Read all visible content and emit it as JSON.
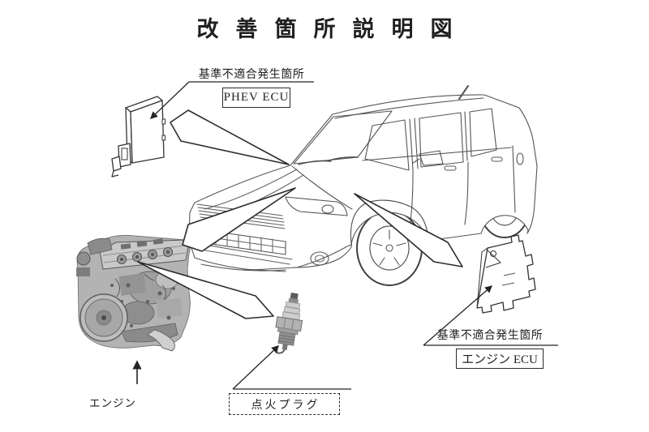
{
  "title": "改善箇所説明図",
  "callouts": {
    "phev_ecu": {
      "caption": "基準不適合発生箇所",
      "label": "PHEV ECU"
    },
    "engine_ecu": {
      "caption": "基準不適合発生箇所",
      "label": "エンジン ECU"
    },
    "engine": {
      "label": "エンジン"
    },
    "spark_plug": {
      "label": "点火プラグ"
    }
  },
  "figures": {
    "vehicle": "suv-line-drawing",
    "phev_ecu_unit": "phev-ecu-module",
    "engine_unit": "engine-assembly",
    "spark_plug_part": "spark-plug",
    "engine_ecu_unit": "engine-ecu-bracket"
  },
  "colors": {
    "ink": "#1f1f1f",
    "leader_line": "#242424",
    "car_line": "#555555",
    "engine_gray": "#b3b3b3",
    "paper": "#ffffff"
  }
}
